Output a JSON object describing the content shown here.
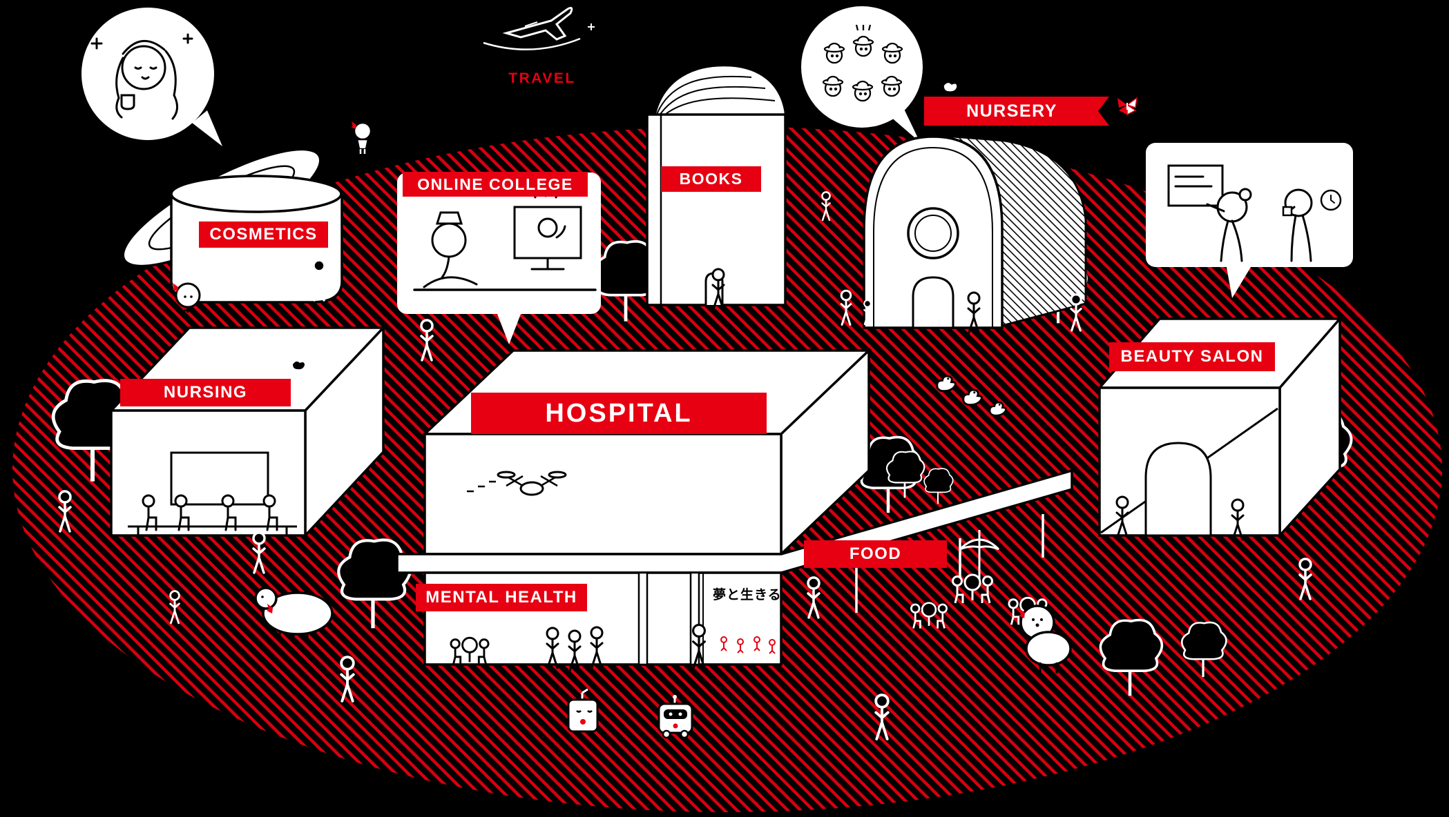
{
  "page": {
    "background": "#000000",
    "accent": "#e60012",
    "hatch": "#d7000f",
    "ink": "#ffffff"
  },
  "labels": {
    "travel": "TRAVEL",
    "cosmetics": "COSMETICS",
    "online_college": "ONLINE COLLEGE",
    "books": "BOOKS",
    "nursery": "NURSERY",
    "nursing": "NURSING",
    "hospital": "HOSPITAL",
    "beauty_salon": "BEAUTY SALON",
    "mental_health": "MENTAL HEALTH",
    "food": "FOOD"
  },
  "slogan": "夢と生きる。",
  "icons": [
    "airplane-icon",
    "drone-icon",
    "book-icon",
    "cosmetics-jar-icon",
    "speech-bubble-icon",
    "robot-icon",
    "sheep-icon",
    "poodle-icon",
    "duck-icon",
    "tree-icon",
    "butterfly-icon"
  ]
}
